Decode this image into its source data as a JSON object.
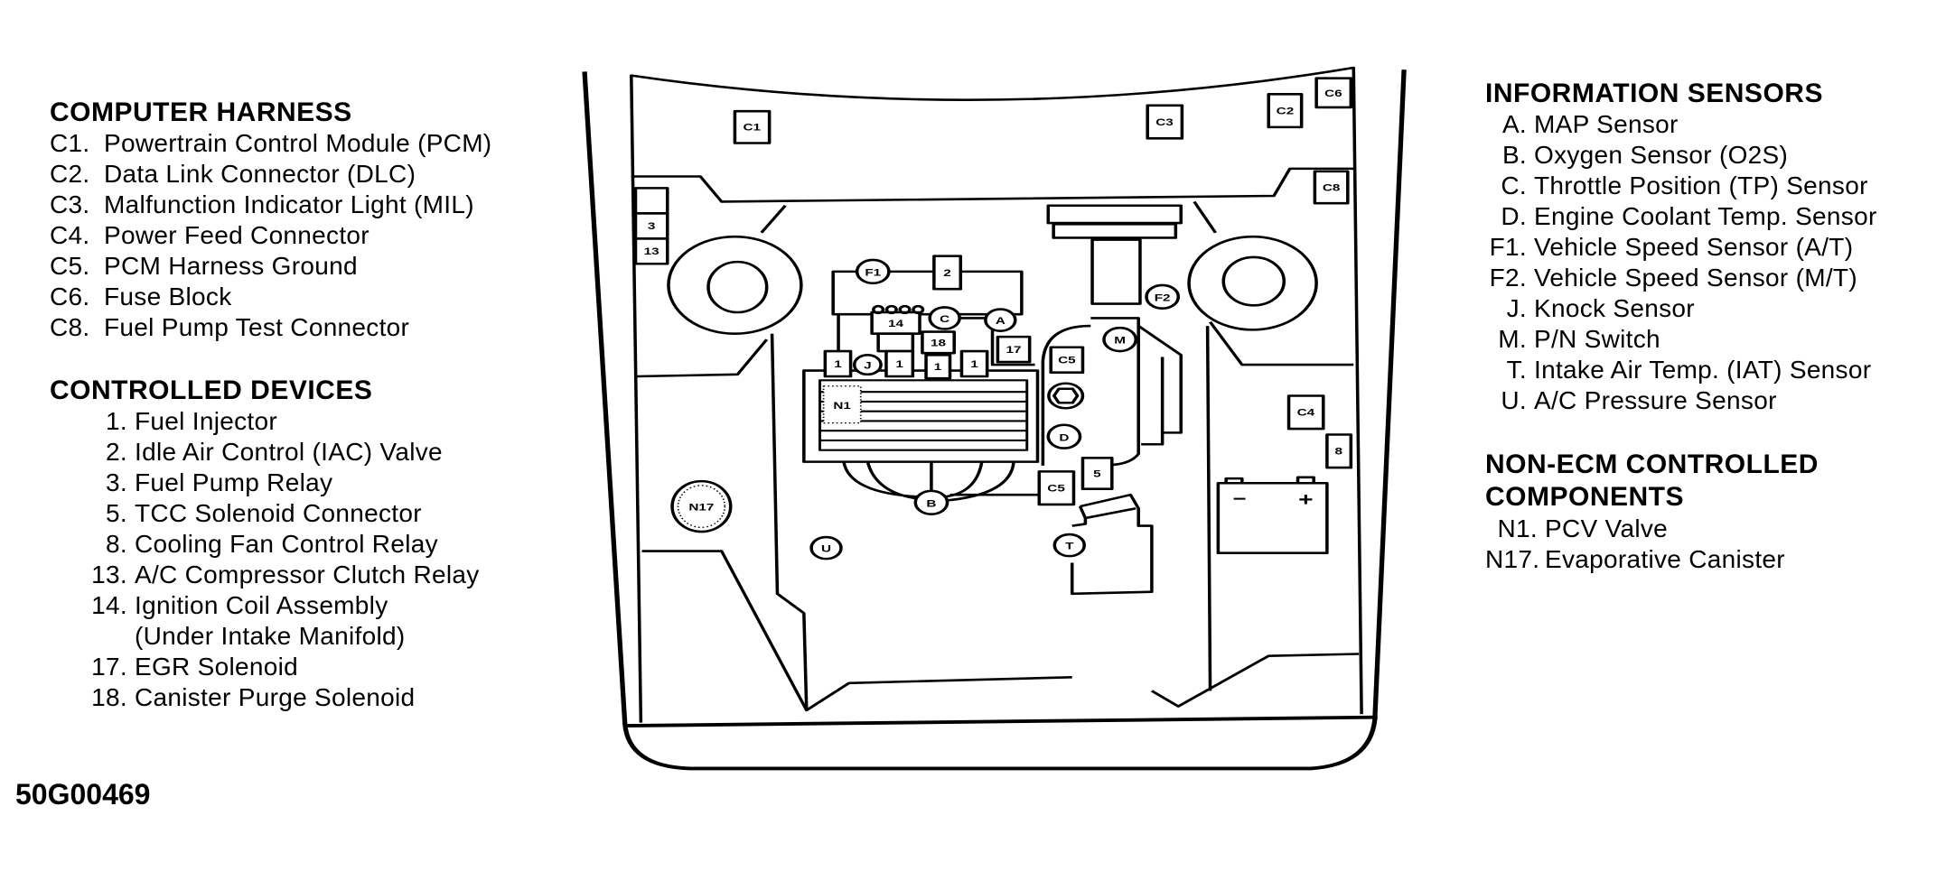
{
  "computer_harness": {
    "heading": "COMPUTER HARNESS",
    "items": [
      {
        "code": "C1.",
        "label": "Powertrain Control Module (PCM)"
      },
      {
        "code": "C2.",
        "label": "Data Link Connector (DLC)"
      },
      {
        "code": "C3.",
        "label": "Malfunction Indicator Light (MIL)"
      },
      {
        "code": "C4.",
        "label": "Power Feed Connector"
      },
      {
        "code": "C5.",
        "label": "PCM Harness Ground"
      },
      {
        "code": "C6.",
        "label": "Fuse Block"
      },
      {
        "code": "C8.",
        "label": "Fuel Pump Test Connector"
      }
    ]
  },
  "controlled_devices": {
    "heading": "CONTROLLED DEVICES",
    "items": [
      {
        "code": "1.",
        "label": "Fuel Injector"
      },
      {
        "code": "2.",
        "label": "Idle Air Control (IAC) Valve"
      },
      {
        "code": "3.",
        "label": "Fuel Pump Relay"
      },
      {
        "code": "5.",
        "label": "TCC Solenoid Connector"
      },
      {
        "code": "8.",
        "label": "Cooling Fan Control Relay"
      },
      {
        "code": "13.",
        "label": "A/C Compressor Clutch Relay"
      },
      {
        "code": "14.",
        "label": "Ignition Coil Assembly"
      },
      {
        "code": "",
        "label": "(Under Intake Manifold)"
      },
      {
        "code": "17.",
        "label": "EGR Solenoid"
      },
      {
        "code": "18.",
        "label": "Canister Purge Solenoid"
      }
    ]
  },
  "information_sensors": {
    "heading": "INFORMATION SENSORS",
    "items": [
      {
        "code": "A.",
        "label": "MAP Sensor"
      },
      {
        "code": "B.",
        "label": "Oxygen Sensor (O2S)"
      },
      {
        "code": "C.",
        "label": "Throttle Position (TP) Sensor"
      },
      {
        "code": "D.",
        "label": "Engine Coolant Temp. Sensor"
      },
      {
        "code": "F1.",
        "label": "Vehicle Speed Sensor (A/T)"
      },
      {
        "code": "F2.",
        "label": "Vehicle Speed Sensor (M/T)"
      },
      {
        "code": "J.",
        "label": "Knock Sensor"
      },
      {
        "code": "M.",
        "label": "P/N Switch"
      },
      {
        "code": "T.",
        "label": "Intake Air Temp. (IAT) Sensor"
      },
      {
        "code": "U.",
        "label": "A/C Pressure Sensor"
      }
    ]
  },
  "non_ecm": {
    "heading_line1": "NON-ECM CONTROLLED",
    "heading_line2": "COMPONENTS",
    "items": [
      {
        "code": "N1.",
        "label": "PCV Valve"
      },
      {
        "code": "N17.",
        "label": "Evaporative Canister"
      }
    ]
  },
  "figure_code": "50G00469",
  "diagram_labels": {
    "c1": "C1",
    "c2": "C2",
    "c3": "C3",
    "c4": "C4",
    "c5": "C5",
    "c6": "C6",
    "c8": "C8",
    "n1": "N1",
    "n17": "N17",
    "r3": "3",
    "r13": "13",
    "r2": "2",
    "r5": "5",
    "r8": "8",
    "r14": "14",
    "r17": "17",
    "r18": "18",
    "inj": "1",
    "a": "A",
    "b": "B",
    "c": "C",
    "d": "D",
    "f1": "F1",
    "f2": "F2",
    "j": "J",
    "m": "M",
    "t": "T",
    "u": "U",
    "minus": "−",
    "plus": "+"
  }
}
